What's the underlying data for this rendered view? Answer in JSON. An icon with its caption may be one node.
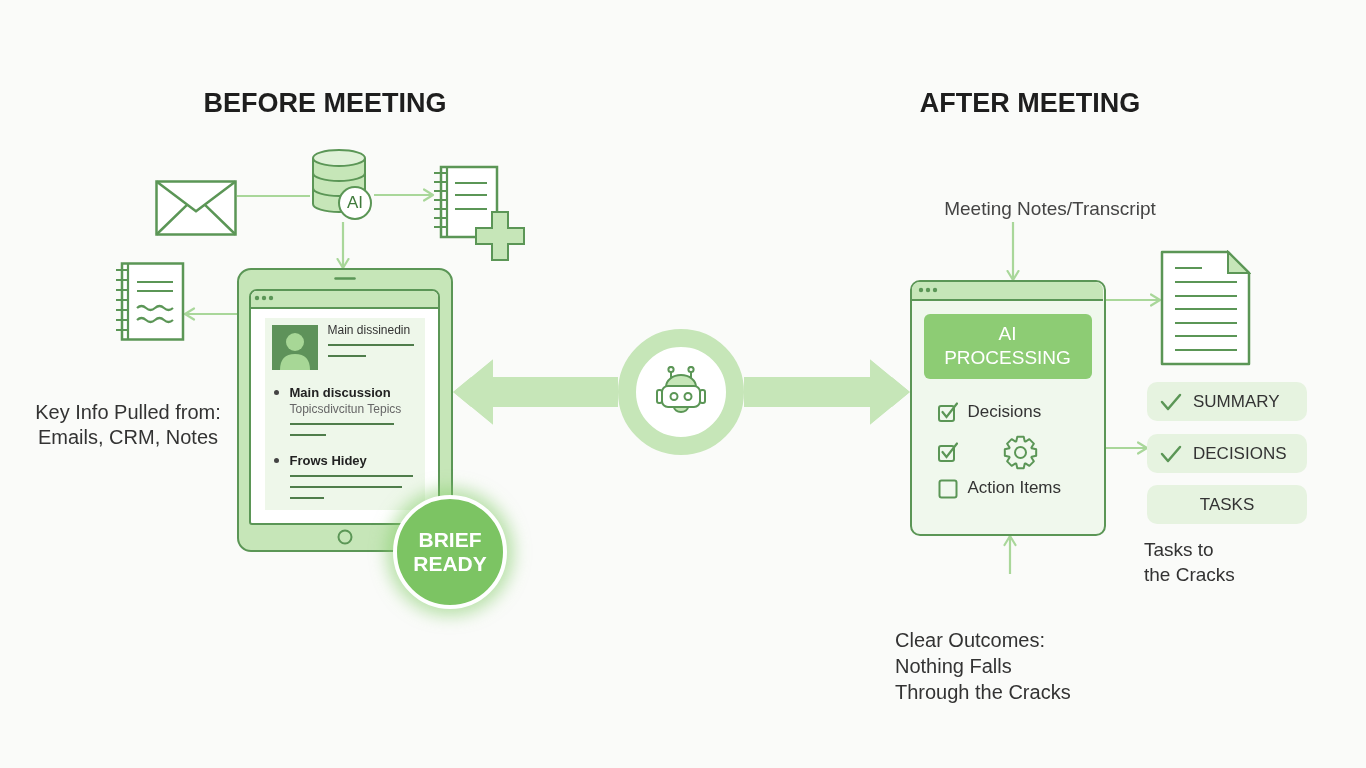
{
  "diagram": {
    "nodes": [
      {
        "text": [],
        "shape": "envelope"
      },
      {
        "text": [
          "AI"
        ]
      },
      {
        "text": [],
        "shape": "notebook"
      },
      {
        "text": [],
        "shape": "notebook"
      },
      {
        "text": [
          "Main dissinedin",
          "Main discussion",
          "Topicsdivcitun Tepics",
          "Frows Hidey"
        ]
      },
      {
        "text": [
          "BRIEF READY"
        ]
      },
      {
        "text": [],
        "shape": "circle"
      },
      {
        "text": [
          "Meeting Notes/Transcript"
        ]
      },
      {
        "text": [
          "Decisions",
          "Action Items"
        ]
      },
      {
        "text": [
          "AI PROCESSING"
        ],
        "in": 8
      },
      {
        "text": [],
        "shape": "document"
      },
      {
        "text": [
          "SUMMARY"
        ]
      },
      {
        "text": [
          "DECISIONS"
        ]
      },
      {
        "text": [
          "TASKS"
        ]
      }
    ],
    "edges": [
      {
        "from": 0,
        "to": 1,
        "arrow": "none"
      },
      {
        "from": 1,
        "to": 2,
        "arrow": "to"
      },
      {
        "from": 1,
        "to": 4,
        "arrow": "to"
      },
      {
        "from": 4,
        "to": 3,
        "arrow": "to"
      },
      {
        "from": 6,
        "to": 4,
        "arrow": "to",
        "style": "thick",
        "color": "#c6e6b8"
      },
      {
        "from": 6,
        "to": 8,
        "arrow": "to",
        "style": "thick",
        "color": "#c6e6b8"
      },
      {
        "from": 7,
        "to": 8,
        "arrow": "to"
      },
      {
        "from": 8,
        "to": 10,
        "arrow": "to"
      },
      {
        "from": 8,
        "to": 12,
        "arrow": "to"
      },
      {
        "from": null,
        "to": 8,
        "arrow": "to"
      }
    ],
    "labels": [
      "BEFORE MEETING",
      "AFTER MEETING",
      "Key Info Pulled from: Emails, CRM, Notes",
      "Tasks to the Cracks",
      "Clear Outcomes: Nothing Falls Through the Cracks"
    ]
  }
}
